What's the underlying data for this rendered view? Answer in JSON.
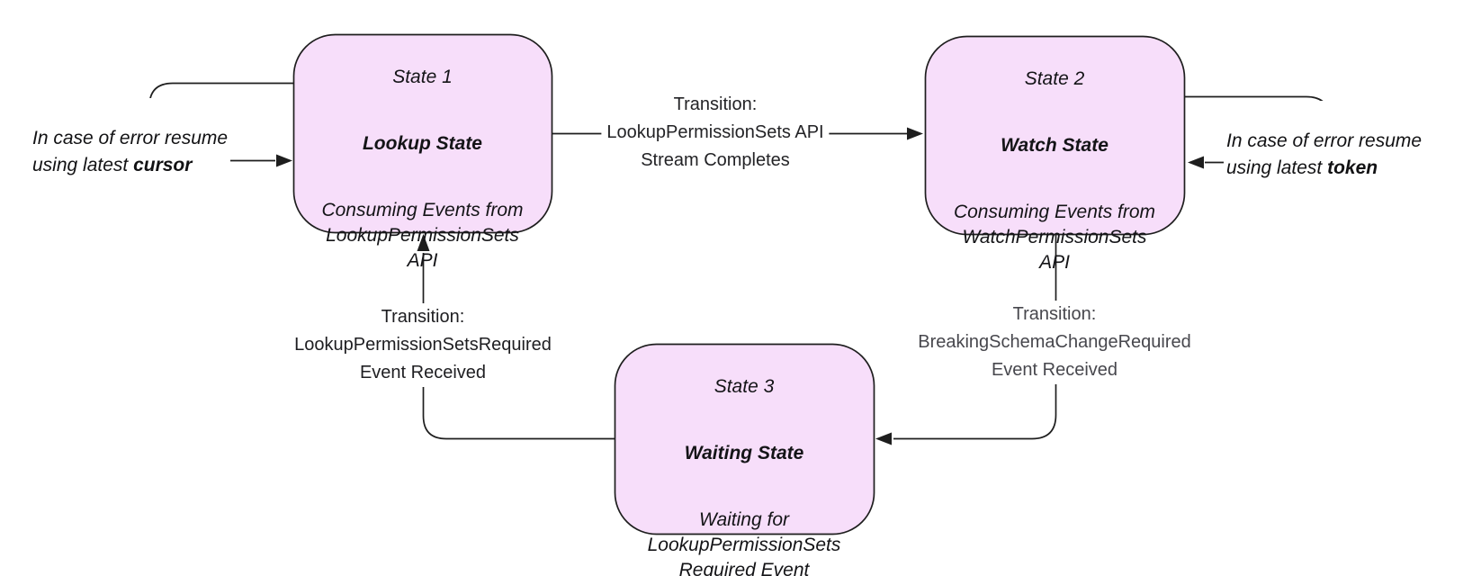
{
  "diagram": {
    "node_fill": "#F7DEFA",
    "node_border": "#1e1e1e",
    "states": [
      {
        "id": "State 1",
        "name": "Lookup State",
        "description": "Consuming Events from\nLookupPermissionSets\nAPI"
      },
      {
        "id": "State 2",
        "name": "Watch State",
        "description": "Consuming Events from\nWatchPermissionSets\nAPI"
      },
      {
        "id": "State 3",
        "name": "Waiting State",
        "description": "Waiting for\nLookupPermissionSets\nRequired Event"
      }
    ],
    "transitions": [
      {
        "from": "State 1",
        "to": "State 2",
        "label": "Transition:\nLookupPermissionSets API\nStream Completes"
      },
      {
        "from": "State 2",
        "to": "State 3",
        "label": "Transition:\nBreakingSchemaChangeRequired\nEvent Received"
      },
      {
        "from": "State 3",
        "to": "State 1",
        "label": "Transition:\nLookupPermissionSetsRequired\nEvent Received"
      }
    ],
    "error_loops": [
      {
        "state": "State 1",
        "text": "In case of error resume\nusing latest ",
        "emphasis": "cursor"
      },
      {
        "state": "State 2",
        "text": "In case of error resume\nusing latest ",
        "emphasis": "token"
      }
    ]
  }
}
